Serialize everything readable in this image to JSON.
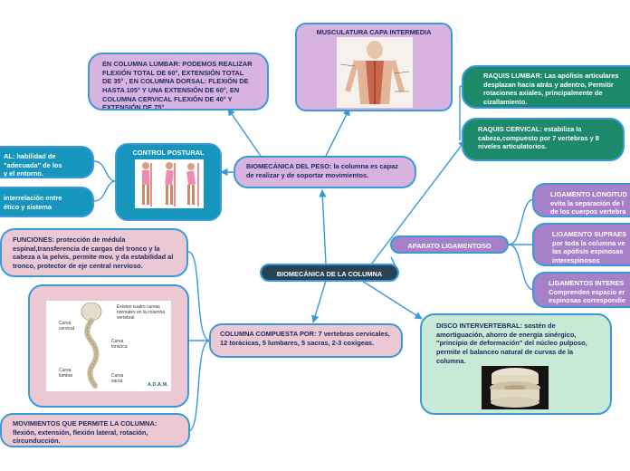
{
  "nodes": {
    "central": "BIOMECÁNICA DE LA COLUMNA",
    "columna_lumbar": "EN COLUMNA LUMBAR: PODEMOS REALIZAR FLEXIÓN TOTAL DE 60°,  EXTENSIÓN TOTAL DE 35° , EN COLUMNA DORSAL: FLEXIÓN DE HASTA 105° Y UNA EXTENSIÓN DE 60°, EN COLUMNA CERVICAL FLEXIÓN DE 40° Y EXTENSIÓN DE 75°",
    "musculatura": "MUSCULATURA CAPA INTERMEDIA",
    "control_postural": "CONTROL POSTURAL",
    "control_a": "AL: habilidad de\n\"adecuada\" de los\ny el entorno.",
    "control_b": "interrelación entre\nético y sistema",
    "biomecanica_peso": "BIOMECÁNICA DEL PESO: la columna es capaz de realizar y de soportar movimientos.",
    "funciones": "FUNCIONES: protección de médula espinal,transferencia de cargas del tronco y la cabeza a la pelvis, permite mov. y da estabilidad al tronco, protector de eje central nervioso.",
    "columna_compuesta": "COLUMNA COMPUESTA POR: 7 vertebras cervicales, 12 torácicas, 5 lumbares, 5 sacras, 2-3 coxigeas.",
    "movimientos": "MOVIMIENTOS QUE PERMITE LA COLUMNA: flexión, extensión, flexión lateral, rotación, circunducción.",
    "raquis_lumbar": "RAQUIS LUMBAR: Las apófisis articulares\ndesplazan hacia atrás y adentro, Permitir\nrotaciones axiales, principalmente de\ncizallamiento.",
    "raquis_cervical": "RAQUIS CERVICAL: estabiliza la cabeza,compuesto por 7 vertebras y 8 niveles articulatorios.",
    "aparato": "APARATO LIGAMENTOSO",
    "lig_longitudinal": "LIGAMENTO LONGITUD\nevita la separación de l\nde los cuerpos vertebra",
    "lig_supraespinoso": "LIGAMENTO SUPRAES\npor toda la columna ve\nlas apófisis espinosas\ninterespinosos",
    "lig_interespinoso": "LIGAMENTOS INTERES\nComprenden espacio er\nespinosas correspondie",
    "disco": "DISCO INTERVERTEBRAL: sostén de amortiguación, ahorro de energía sinérgico, \"principio de deformación\" del núcleo pulposo, permite el balanceo natural de curvas de la columna."
  },
  "spine_figure": {
    "header": "Existen cuatro curvas normales en la columna vertebral",
    "labels": [
      "Curva cervical",
      "Curva torácica",
      "Curva lumbar",
      "Curva sacra"
    ],
    "logo": "A.D.A.M."
  },
  "colors": {
    "link": "#3a9ad9",
    "pink": "#ecc9d2",
    "violet": "#d9b3e0",
    "purple": "#a680c9",
    "teal": "#1796bd",
    "green": "#1c8a69",
    "mint": "#c8e9d4",
    "central": "#274457"
  }
}
